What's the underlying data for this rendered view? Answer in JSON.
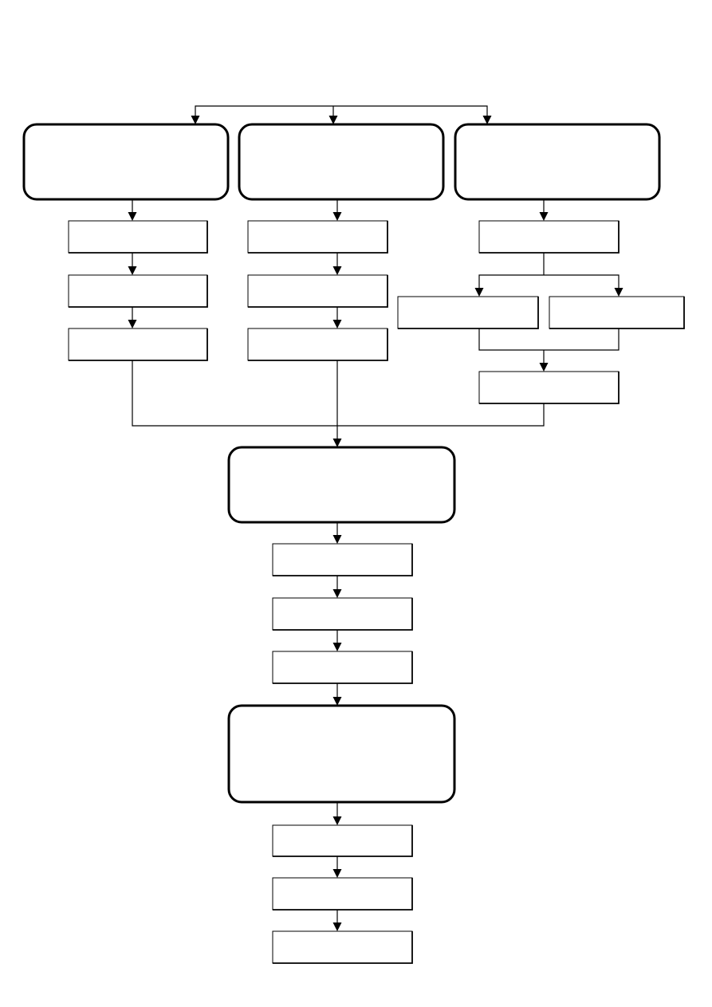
{
  "diagram": {
    "colors": {
      "stroke": "#000000",
      "fill": "#ffffff",
      "background": "#ffffff"
    },
    "nodes": [
      {
        "id": "major-1",
        "kind": "rounded",
        "label": ""
      },
      {
        "id": "major-2",
        "kind": "rounded",
        "label": ""
      },
      {
        "id": "major-3",
        "kind": "rounded",
        "label": ""
      },
      {
        "id": "step-1a",
        "kind": "box",
        "label": ""
      },
      {
        "id": "step-1b",
        "kind": "box",
        "label": ""
      },
      {
        "id": "step-1c",
        "kind": "box",
        "label": ""
      },
      {
        "id": "step-2a",
        "kind": "box",
        "label": ""
      },
      {
        "id": "step-2b",
        "kind": "box",
        "label": ""
      },
      {
        "id": "step-2c",
        "kind": "box",
        "label": ""
      },
      {
        "id": "step-3a",
        "kind": "box",
        "label": ""
      },
      {
        "id": "step-3b-left",
        "kind": "box",
        "label": ""
      },
      {
        "id": "step-3b-right",
        "kind": "box",
        "label": ""
      },
      {
        "id": "step-3c",
        "kind": "box",
        "label": ""
      },
      {
        "id": "merge-stage",
        "kind": "rounded",
        "label": ""
      },
      {
        "id": "step-4a",
        "kind": "box",
        "label": ""
      },
      {
        "id": "step-4b",
        "kind": "box",
        "label": ""
      },
      {
        "id": "step-4c",
        "kind": "box",
        "label": ""
      },
      {
        "id": "final-stage",
        "kind": "rounded",
        "label": ""
      },
      {
        "id": "step-5a",
        "kind": "box",
        "label": ""
      },
      {
        "id": "step-5b",
        "kind": "box",
        "label": ""
      },
      {
        "id": "step-5c",
        "kind": "box",
        "label": ""
      }
    ],
    "edges": [
      {
        "from": "top-bus",
        "to": "major-1"
      },
      {
        "from": "top-bus",
        "to": "major-2"
      },
      {
        "from": "top-bus",
        "to": "major-3"
      },
      {
        "from": "major-1",
        "to": "step-1a"
      },
      {
        "from": "step-1a",
        "to": "step-1b"
      },
      {
        "from": "step-1b",
        "to": "step-1c"
      },
      {
        "from": "major-2",
        "to": "step-2a"
      },
      {
        "from": "step-2a",
        "to": "step-2b"
      },
      {
        "from": "step-2b",
        "to": "step-2c"
      },
      {
        "from": "major-3",
        "to": "step-3a"
      },
      {
        "from": "step-3a",
        "to": "step-3b-left"
      },
      {
        "from": "step-3a",
        "to": "step-3b-right"
      },
      {
        "from": "step-3b-left",
        "to": "step-3c"
      },
      {
        "from": "step-3b-right",
        "to": "step-3c"
      },
      {
        "from": "step-1c",
        "to": "merge-stage"
      },
      {
        "from": "step-2c",
        "to": "merge-stage"
      },
      {
        "from": "step-3c",
        "to": "merge-stage"
      },
      {
        "from": "merge-stage",
        "to": "step-4a"
      },
      {
        "from": "step-4a",
        "to": "step-4b"
      },
      {
        "from": "step-4b",
        "to": "step-4c"
      },
      {
        "from": "step-4c",
        "to": "final-stage"
      },
      {
        "from": "final-stage",
        "to": "step-5a"
      },
      {
        "from": "step-5a",
        "to": "step-5b"
      },
      {
        "from": "step-5b",
        "to": "step-5c"
      }
    ]
  }
}
